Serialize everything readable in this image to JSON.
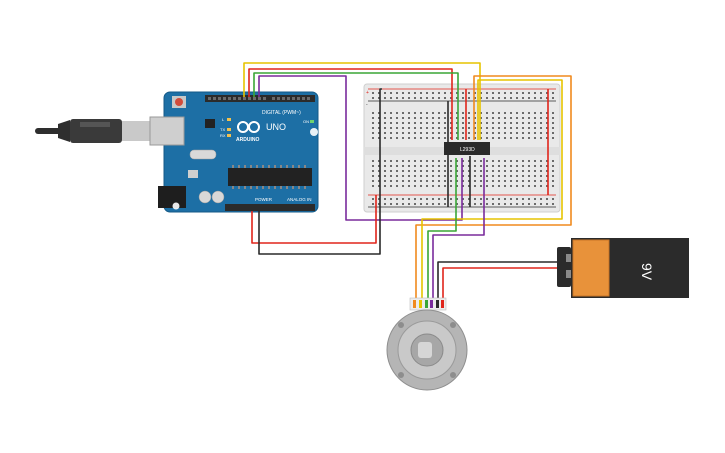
{
  "canvas": {
    "background": "#ffffff"
  },
  "arduino": {
    "brand": "ARDUINO",
    "model": "UNO",
    "header_digital": "DIGITAL (PWM~)",
    "header_power": "POWER",
    "header_analog": "ANALOG IN",
    "led_tx": "TX",
    "led_rx": "RX",
    "led_l": "L",
    "led_on": "ON",
    "board_color": "#1d6fa5"
  },
  "breadboard": {
    "chip_label": "L293D",
    "rail_plus": "+",
    "rail_minus": "-",
    "body_color": "#e9e9e9"
  },
  "battery": {
    "label": "9V",
    "body_color": "#e8923a",
    "cap_color": "#2b2b2b"
  },
  "motor": {
    "name": "stepper-motor",
    "body_color": "#b5b5b5"
  },
  "wire_colors": {
    "red": "#e0251b",
    "black": "#2a2a2a",
    "yellow": "#e6c400",
    "orange": "#f08a1e",
    "green": "#3aa637",
    "purple": "#7a2b9c",
    "brown": "#8a3a12"
  },
  "usb_cable": {
    "color": "#333333"
  }
}
